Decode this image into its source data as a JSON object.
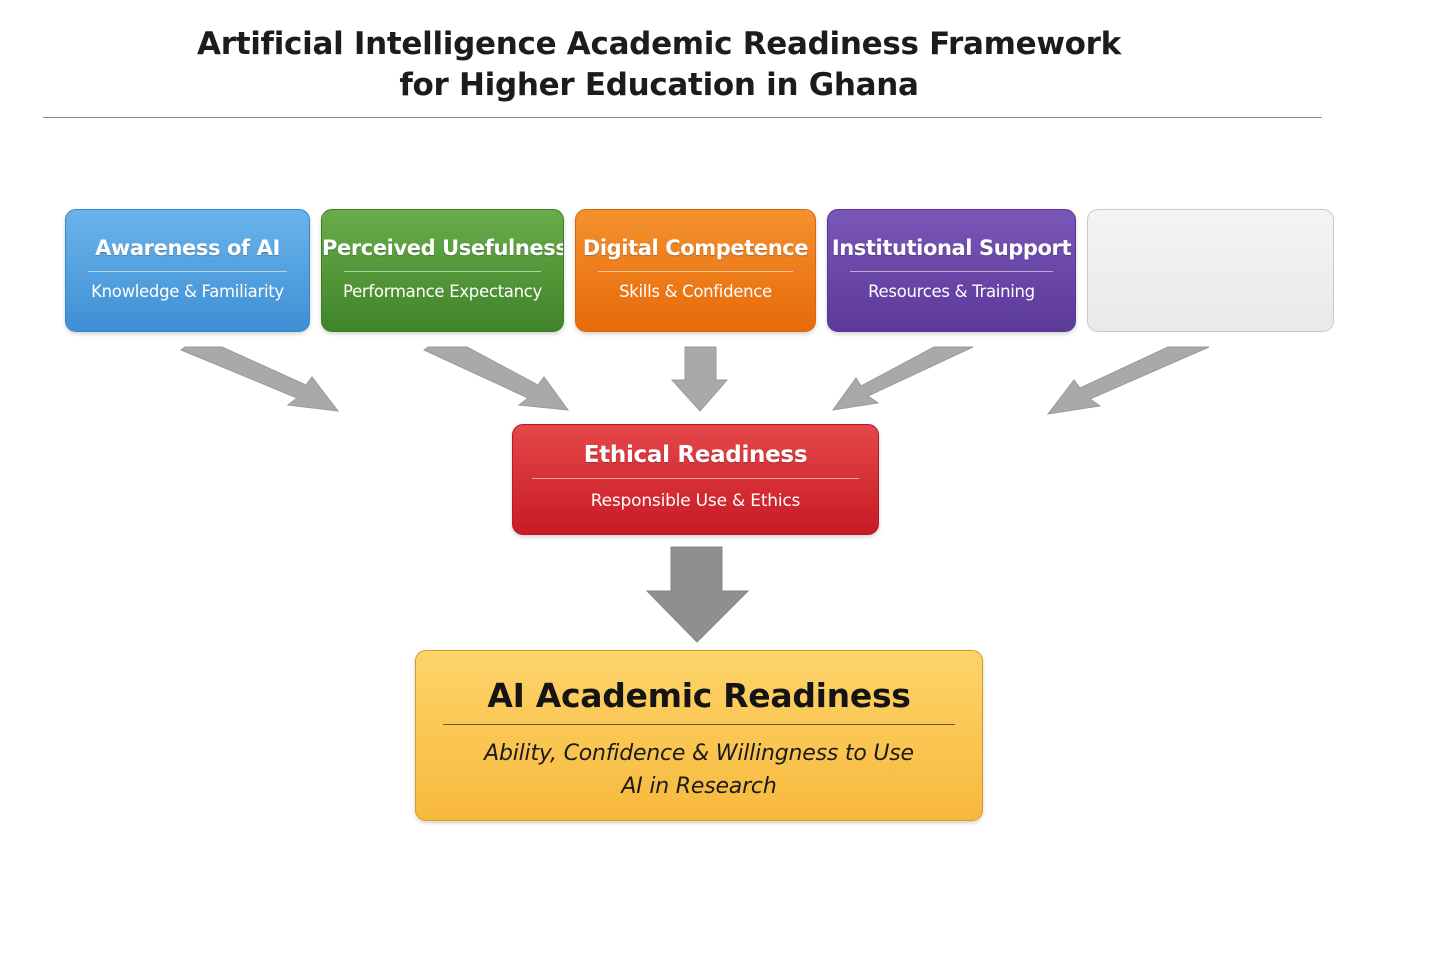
{
  "title": {
    "line1": "Artificial Intelligence Academic Readiness Framework",
    "line2": "for Higher Education in Ghana"
  },
  "factors": [
    {
      "title": "Awareness of AI",
      "subtitle": "Knowledge & Familiarity",
      "color": "#4a9ee0"
    },
    {
      "title": "Perceived Usefulness",
      "subtitle": "Performance Expectancy",
      "color": "#4f9436"
    },
    {
      "title": "Digital Competence",
      "subtitle": "Skills & Confidence",
      "color": "#ee7a18"
    },
    {
      "title": "Institutional Support",
      "subtitle": "Resources & Training",
      "color": "#6746a8"
    },
    {
      "title": "",
      "subtitle": "",
      "color": "#eeeeee"
    }
  ],
  "mediator": {
    "title": "Ethical Readiness",
    "subtitle": "Responsible Use & Ethics",
    "color": "#d4282f"
  },
  "outcome": {
    "title": "AI Academic Readiness",
    "subtitle_line1": "Ability, Confidence & Willingness to Use",
    "subtitle_line2": "AI in Research",
    "color": "#fac64e"
  },
  "arrow_color": "#a9a9a9",
  "main_arrow_color": "#8f8f8f"
}
